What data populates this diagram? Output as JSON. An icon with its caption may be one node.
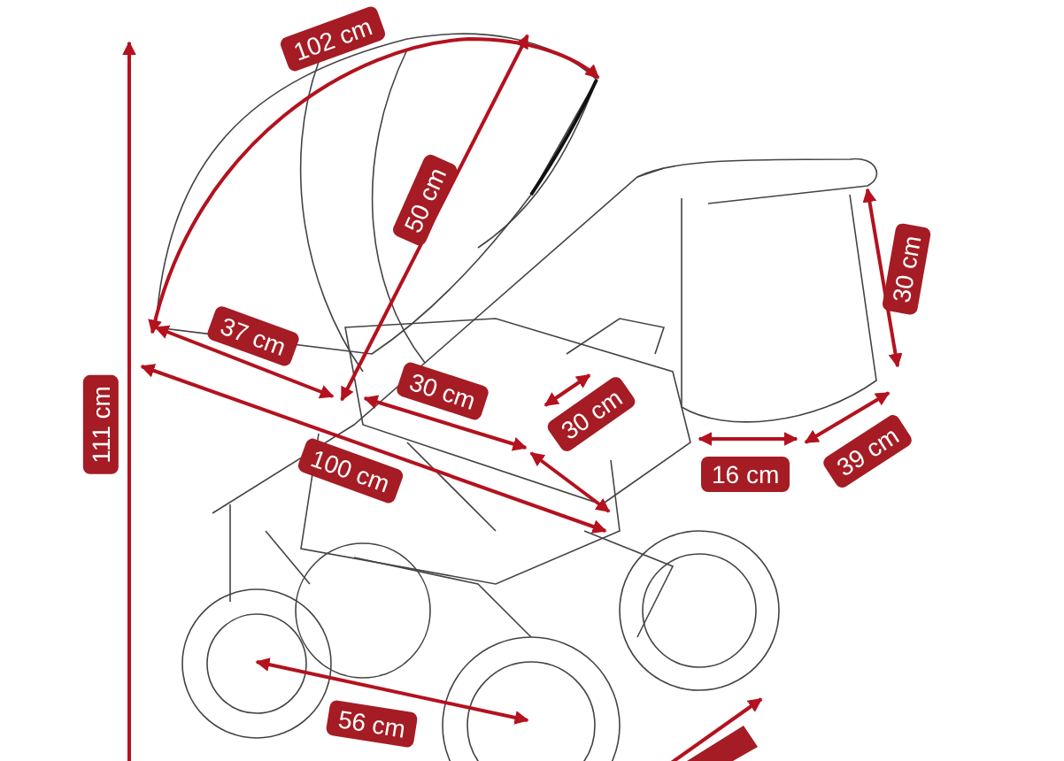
{
  "diagram": {
    "labels": [
      "102 cm",
      "50 cm",
      "30 cm",
      "37 cm",
      "111 cm",
      "30 cm",
      "30 cm",
      "16 cm",
      "39 cm",
      "100 cm",
      "56 cm"
    ]
  }
}
